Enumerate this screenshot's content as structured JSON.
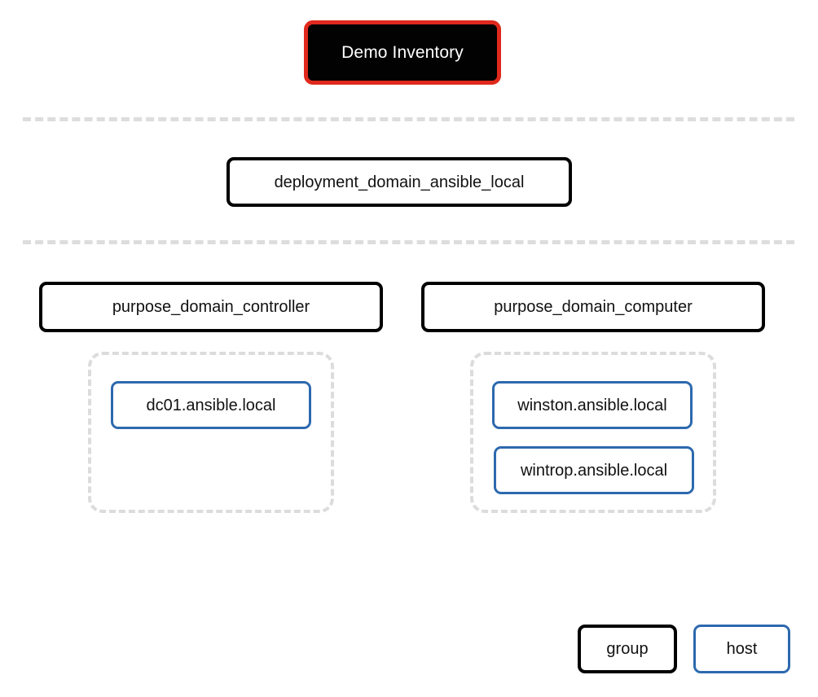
{
  "diagram": {
    "title_node": {
      "label": "Demo Inventory",
      "kind": "root-group",
      "fill": "#020202",
      "border": "#e0291d"
    },
    "separators": [
      {
        "name": "rank-separator-1"
      },
      {
        "name": "rank-separator-2"
      }
    ],
    "levels": [
      {
        "name": "deployment-level",
        "nodes": [
          {
            "label": "deployment_domain_ansible_local",
            "kind": "group"
          }
        ]
      },
      {
        "name": "purpose-level",
        "nodes": [
          {
            "label": "purpose_domain_controller",
            "kind": "group"
          },
          {
            "label": "purpose_domain_computer",
            "kind": "group"
          }
        ]
      }
    ],
    "clusters": [
      {
        "name": "controller-hosts-cluster",
        "parent": "purpose_domain_controller",
        "hosts": [
          {
            "label": "dc01.ansible.local",
            "kind": "host"
          }
        ]
      },
      {
        "name": "computer-hosts-cluster",
        "parent": "purpose_domain_computer",
        "hosts": [
          {
            "label": "winston.ansible.local",
            "kind": "host"
          },
          {
            "label": "wintrop.ansible.local",
            "kind": "host"
          }
        ]
      }
    ],
    "legend": {
      "name": "legend",
      "items": [
        {
          "label": "group",
          "kind": "group",
          "border": "#000000"
        },
        {
          "label": "host",
          "kind": "host",
          "border": "#2d69ae"
        }
      ]
    },
    "colors": {
      "root_fill": "#020202",
      "root_border": "#e0291d",
      "group_border": "#000000",
      "host_border": "#2d69ae",
      "separator": "#dddddd",
      "cluster_border": "#dcdcdc",
      "background": "#ffffff"
    }
  }
}
